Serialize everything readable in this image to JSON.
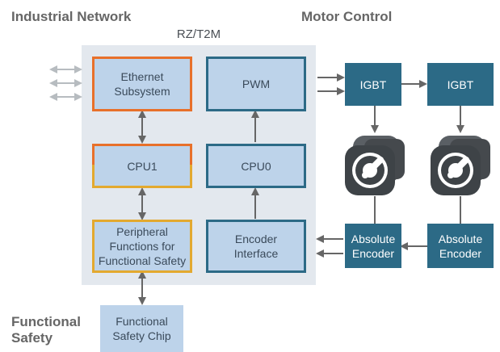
{
  "colors": {
    "chip_bg": "#e3e8ee",
    "block_fill": "#bdd3ea",
    "orange": "#e8702a",
    "yellow": "#e3a92f",
    "teal": "#2c6a86",
    "arrow_gray": "#666666",
    "arrow_light": "#b7bcc0"
  },
  "headers": {
    "industrial": "Industrial Network",
    "motor": "Motor Control",
    "safety_line1": "Functional",
    "safety_line2": "Safety"
  },
  "chip": {
    "label": "RZ/T2M"
  },
  "blocks": {
    "ethernet": [
      "Ethernet",
      "Subsystem"
    ],
    "cpu1": "CPU1",
    "peripheral": [
      "Peripheral",
      "Functions for",
      "Functional Safety"
    ],
    "pwm": "PWM",
    "cpu0": "CPU0",
    "encoder_interface": [
      "Encoder",
      "Interface"
    ],
    "safety_chip": [
      "Functional",
      "Safety Chip"
    ]
  },
  "external": {
    "igbt1": "IGBT",
    "igbt2": "IGBT",
    "encoder1": [
      "Absolute",
      "Encoder"
    ],
    "encoder2": [
      "Absolute",
      "Encoder"
    ]
  },
  "icons": [
    "bidirectional-arrow-icon",
    "motor-icon"
  ]
}
